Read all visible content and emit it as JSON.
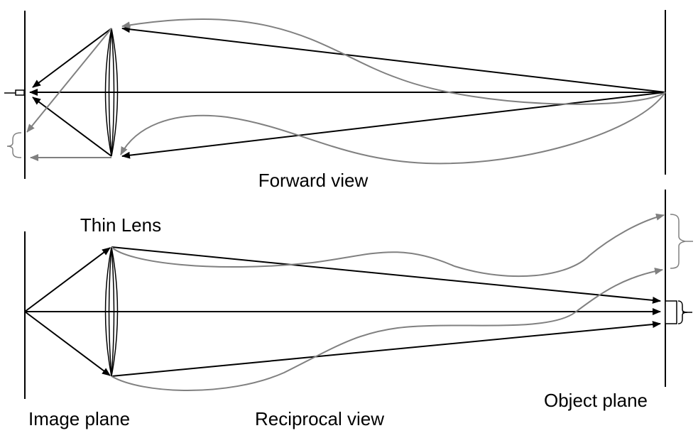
{
  "labels": {
    "forward_view": "Forward view",
    "thin_lens": "Thin Lens",
    "image_plane": "Image plane",
    "reciprocal_view": "Reciprocal view",
    "object_plane": "Object plane"
  },
  "colors": {
    "ray": "#000000",
    "scattered_ray": "#808080",
    "background": "#ffffff"
  }
}
